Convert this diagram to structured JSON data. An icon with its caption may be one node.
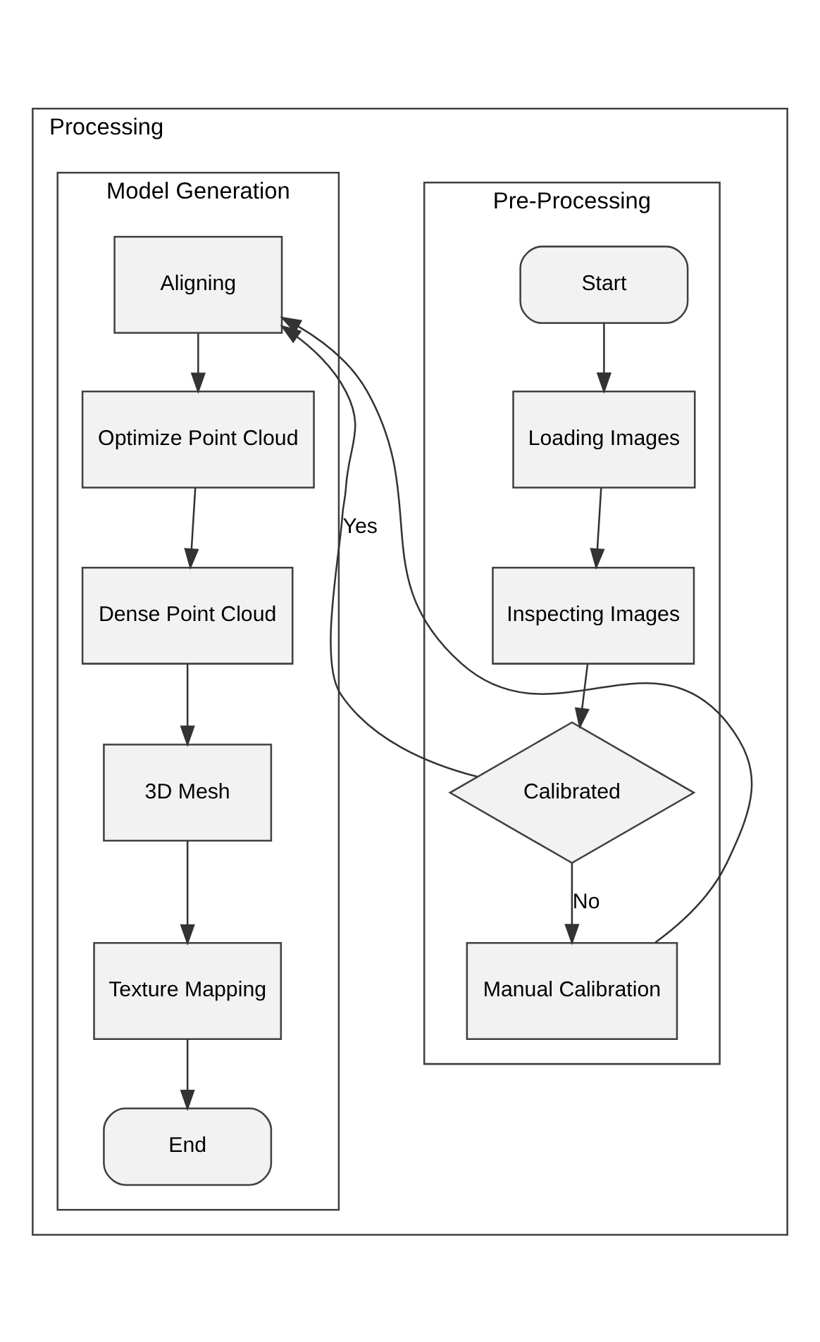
{
  "diagram": {
    "nodes": [
      {
        "text": [
          "Processing"
        ]
      },
      {
        "text": [
          "Pre-Processing"
        ],
        "in": 0
      },
      {
        "text": [
          "Model Generation"
        ],
        "in": 0
      },
      {
        "text": [
          "Start"
        ],
        "in": 1
      },
      {
        "text": [
          "Loading Images"
        ],
        "in": 1
      },
      {
        "text": [
          "Inspecting Images"
        ],
        "in": 1
      },
      {
        "text": [
          "Calibrated"
        ],
        "in": 1
      },
      {
        "text": [
          "Manual Calibration"
        ],
        "in": 1
      },
      {
        "text": [
          "Aligning"
        ],
        "in": 2
      },
      {
        "text": [
          "Optimize Point Cloud"
        ],
        "in": 2
      },
      {
        "text": [
          "Dense Point Cloud"
        ],
        "in": 2
      },
      {
        "text": [
          "3D Mesh"
        ],
        "in": 2
      },
      {
        "text": [
          "Texture Mapping"
        ],
        "in": 2
      },
      {
        "text": [
          "End"
        ],
        "in": 2
      }
    ],
    "edges": [
      {
        "from": 3,
        "to": 4,
        "arrow": "to"
      },
      {
        "from": 4,
        "to": 5,
        "arrow": "to"
      },
      {
        "from": 5,
        "to": 6,
        "arrow": "to"
      },
      {
        "from": 6,
        "to": 8,
        "arrow": "to",
        "label": "Yes"
      },
      {
        "from": 6,
        "to": 7,
        "arrow": "to",
        "label": "No"
      },
      {
        "from": 7,
        "to": 8,
        "arrow": "to"
      },
      {
        "from": 8,
        "to": 9,
        "arrow": "to"
      },
      {
        "from": 9,
        "to": 10,
        "arrow": "to"
      },
      {
        "from": 10,
        "to": 11,
        "arrow": "to"
      },
      {
        "from": 11,
        "to": 12,
        "arrow": "to"
      },
      {
        "from": 12,
        "to": 13,
        "arrow": "to"
      }
    ]
  }
}
